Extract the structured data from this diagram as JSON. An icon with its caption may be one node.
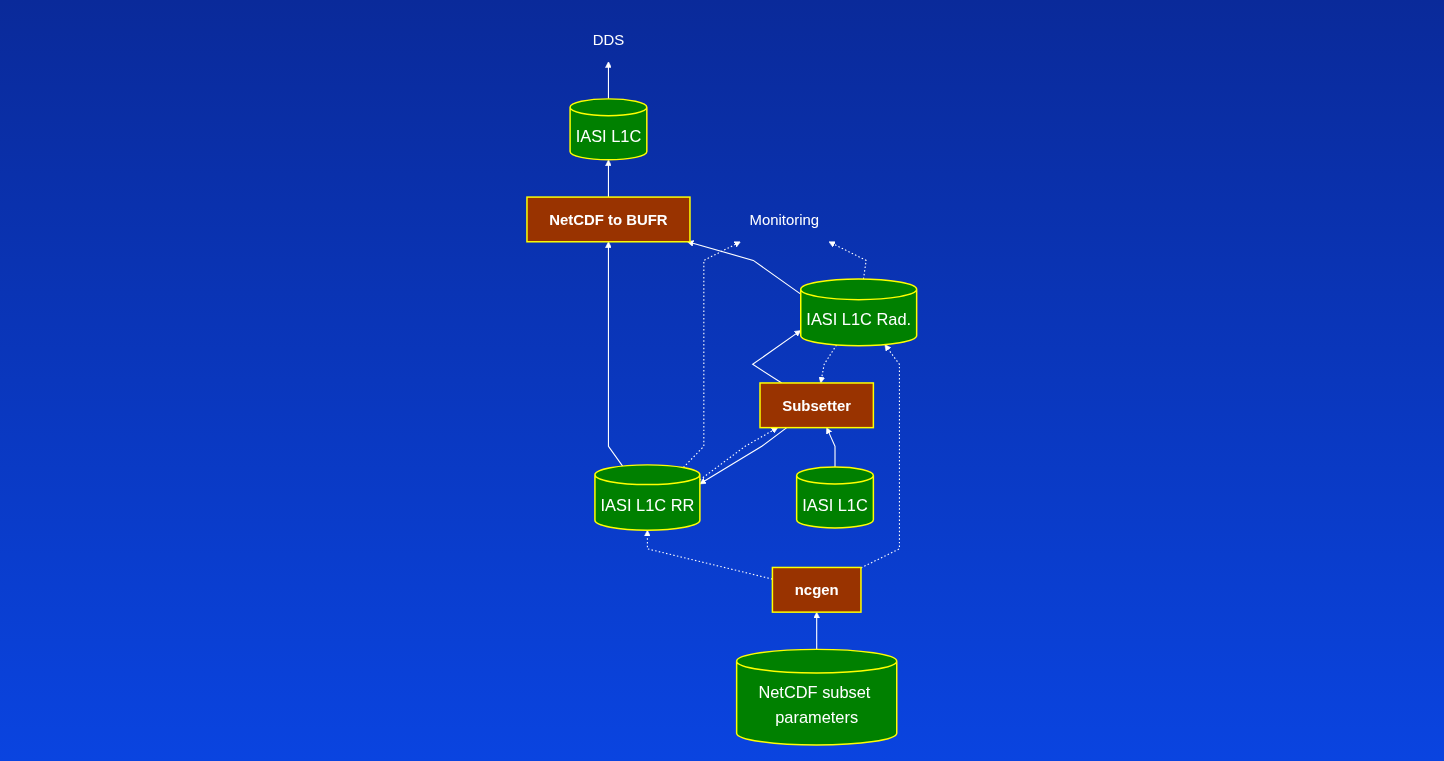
{
  "diagram": {
    "nodes": [
      {
        "text": [
          "NetCDF subset parameters"
        ]
      },
      {
        "text": [
          "IASI L1C"
        ]
      },
      {
        "text": [
          "NetCDF to BUFR"
        ]
      },
      {
        "text": [
          "DDS"
        ]
      },
      {
        "text": [
          "ncgen"
        ]
      },
      {
        "text": [
          "IASI L1C RR"
        ]
      },
      {
        "text": [
          "IASI L1C Rad."
        ]
      },
      {
        "text": [
          "Monitoring"
        ]
      },
      {
        "text": [
          "IASI L1C"
        ]
      },
      {
        "text": [
          "Subsetter"
        ]
      }
    ],
    "edges": [
      {
        "from": 0,
        "to": 4,
        "arrow": "to"
      },
      {
        "from": 2,
        "to": 1,
        "arrow": "to"
      },
      {
        "from": 1,
        "to": 3,
        "arrow": "to"
      },
      {
        "from": 4,
        "to": 5,
        "arrow": "to",
        "style": "dashed"
      },
      {
        "from": 4,
        "to": 6,
        "arrow": "to",
        "style": "dashed"
      },
      {
        "from": 5,
        "to": 2,
        "arrow": "to"
      },
      {
        "from": 6,
        "to": 2,
        "arrow": "to"
      },
      {
        "from": 5,
        "to": 7,
        "arrow": "to",
        "style": "dashed"
      },
      {
        "from": 6,
        "to": 7,
        "arrow": "to",
        "style": "dashed"
      },
      {
        "from": 8,
        "to": 9,
        "arrow": "to"
      },
      {
        "from": 9,
        "to": 5,
        "arrow": "to"
      },
      {
        "from": 9,
        "to": 6,
        "arrow": "to"
      },
      {
        "from": 5,
        "to": 9,
        "arrow": "to",
        "style": "dashed"
      },
      {
        "from": 6,
        "to": 9,
        "arrow": "to",
        "style": "dashed"
      }
    ]
  }
}
